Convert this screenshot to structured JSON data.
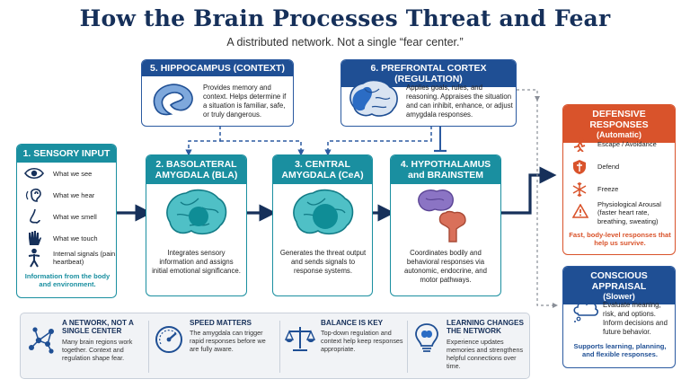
{
  "title": "How the Brain Processes Threat and Fear",
  "subtitle": "A distributed network. Not a single “fear center.”",
  "hippocampus": {
    "header": "5. HIPPOCAMPUS (CONTEXT)",
    "text": "Provides memory and context. Helps determine if a situation is familiar, safe, or truly dangerous."
  },
  "prefrontal": {
    "header": "6. PREFRONTAL CORTEX (REGULATION)",
    "text": "Applies goals, rules, and reasoning. Appraises the situation and can inhibit, enhance, or adjust amygdala responses."
  },
  "sensory": {
    "header": "1. SENSORY INPUT",
    "items": [
      {
        "label": "What we see",
        "icon": "eye-icon"
      },
      {
        "label": "What we hear",
        "icon": "ear-icon"
      },
      {
        "label": "What we smell",
        "icon": "nose-icon"
      },
      {
        "label": "What we touch",
        "icon": "hand-icon"
      },
      {
        "label": "Internal signals (pain, heartbeat)",
        "icon": "body-icon"
      }
    ],
    "footer": "Information from the body and environment."
  },
  "bla": {
    "header": "2. BASOLATERAL AMYGDALA (BLA)",
    "text": "Integrates sensory information and assigns initial emotional significance."
  },
  "cea": {
    "header": "3. CENTRAL AMYGDALA (CeA)",
    "text": "Generates the threat output and sends signals to response systems."
  },
  "hypothalamus": {
    "header": "4. HYPOTHALAMUS and BRAINSTEM",
    "text": "Coordinates bodily and behavioral responses via autonomic, endocrine, and motor pathways."
  },
  "defensive": {
    "header": "DEFENSIVE RESPONSES",
    "subheader": "(Automatic)",
    "items": [
      {
        "label": "Escape / Avoidance",
        "icon": "running-person-icon"
      },
      {
        "label": "Defend",
        "icon": "shield-icon"
      },
      {
        "label": "Freeze",
        "icon": "snowflake-icon"
      },
      {
        "label": "Physiological Arousal (faster heart rate, breathing, sweating)",
        "icon": "warning-icon"
      }
    ],
    "footer": "Fast, body-level responses that help us survive."
  },
  "conscious": {
    "header": "CONSCIOUS APPRAISAL",
    "subheader": "(Slower)",
    "text": "Evaluate meaning, risk, and options. Inform decisions and future behavior.",
    "footer": "Supports learning, planning, and flexible responses."
  },
  "bottom": [
    {
      "title": "A NETWORK, NOT A SINGLE CENTER",
      "text": "Many brain regions work together. Context and regulation shape fear.",
      "icon": "network-icon"
    },
    {
      "title": "SPEED MATTERS",
      "text": "The amygdala can trigger rapid responses before we are fully aware.",
      "icon": "gauge-icon"
    },
    {
      "title": "BALANCE IS KEY",
      "text": "Top-down regulation and context help keep responses appropriate.",
      "icon": "scale-icon"
    },
    {
      "title": "LEARNING CHANGES THE NETWORK",
      "text": "Experience updates memories and strengthens helpful connections over time.",
      "icon": "lightbulb-brain-icon"
    }
  ],
  "colors": {
    "navy": "#16305a",
    "blue": "#1f4f94",
    "teal": "#1a8fa0",
    "orange_red": "#d9532b"
  }
}
